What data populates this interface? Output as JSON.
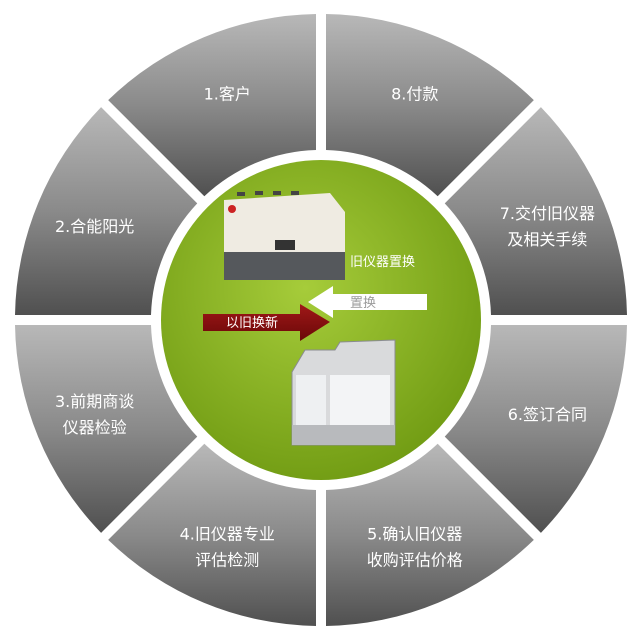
{
  "segments": [
    {
      "lines": [
        "1.客户"
      ]
    },
    {
      "lines": [
        "2.合能阳光"
      ]
    },
    {
      "lines": [
        "3.前期商谈",
        "仪器检验"
      ]
    },
    {
      "lines": [
        "4.旧仪器专业",
        "评估检测"
      ]
    },
    {
      "lines": [
        "5.确认旧仪器",
        "收购评估价格"
      ]
    },
    {
      "lines": [
        "6.签订合同"
      ]
    },
    {
      "lines": [
        "7.交付旧仪器",
        "及相关手续"
      ]
    },
    {
      "lines": [
        "8.付款"
      ]
    }
  ],
  "center": {
    "caption": "旧仪器置换",
    "arrow_left_label": "置换",
    "arrow_right_label": "以旧换新"
  },
  "colors": {
    "segment_light": "#b4b4b4",
    "segment_dark": "#555555",
    "green": "#8cba1e",
    "arrow_red": "#8a0f0f"
  }
}
